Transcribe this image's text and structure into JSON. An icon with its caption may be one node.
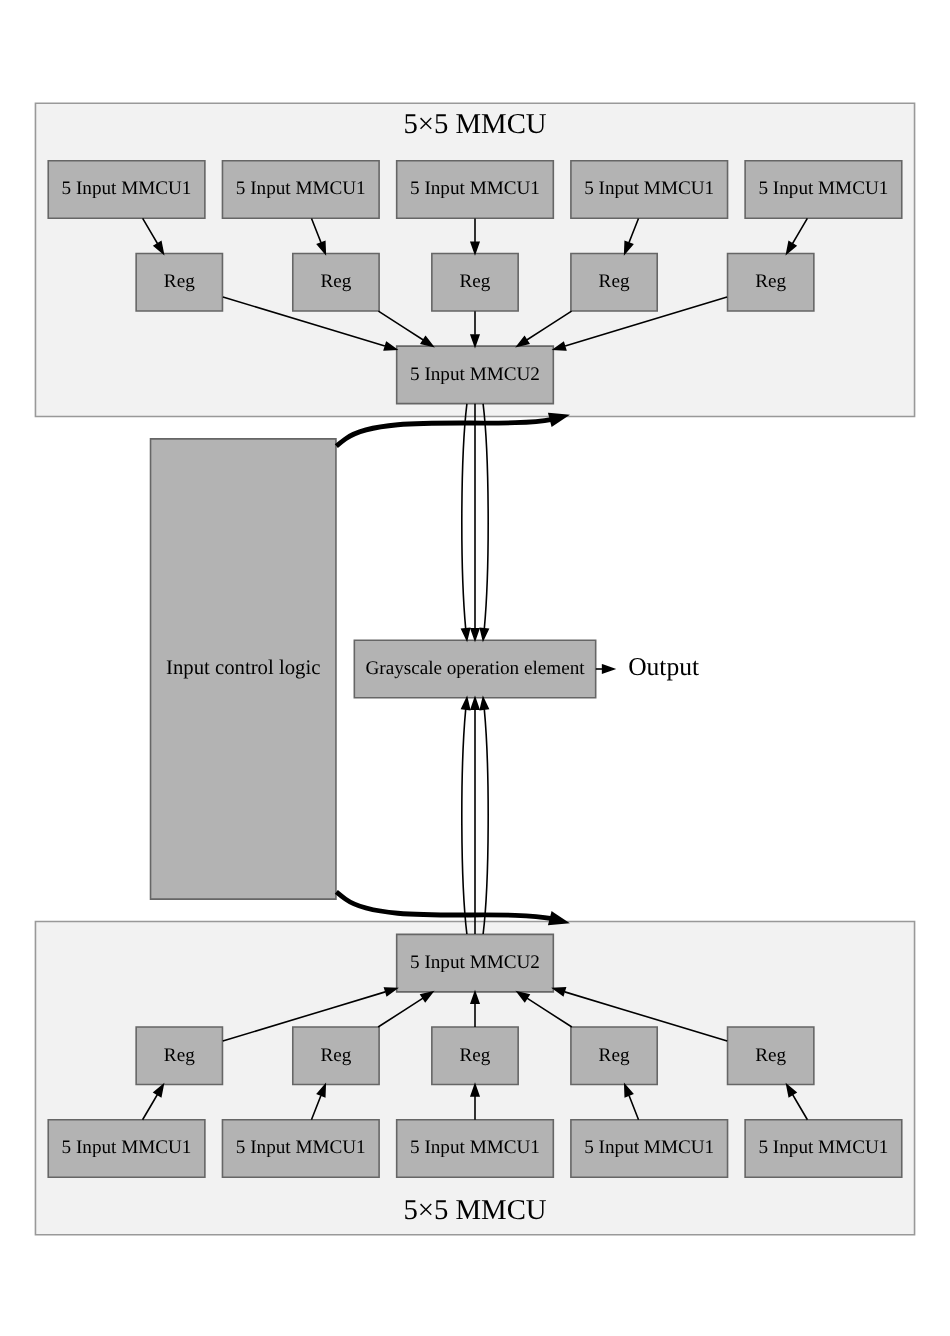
{
  "diagram": {
    "nodes": [
      {
        "text": [
          "Input control logic"
        ]
      },
      {
        "text": [
          "5×5 MMCU"
        ]
      },
      {
        "text": [
          "5 Input MMCU1"
        ],
        "in": 1
      },
      {
        "text": [
          "5 Input MMCU1"
        ],
        "in": 1
      },
      {
        "text": [
          "5 Input MMCU1"
        ],
        "in": 1
      },
      {
        "text": [
          "5 Input MMCU1"
        ],
        "in": 1
      },
      {
        "text": [
          "5 Input MMCU1"
        ],
        "in": 1
      },
      {
        "text": [
          "Reg"
        ],
        "in": 1
      },
      {
        "text": [
          "Reg"
        ],
        "in": 1
      },
      {
        "text": [
          "Reg"
        ],
        "in": 1
      },
      {
        "text": [
          "Reg"
        ],
        "in": 1
      },
      {
        "text": [
          "Reg"
        ],
        "in": 1
      },
      {
        "text": [
          "5 Input MMCU2"
        ],
        "in": 1
      },
      {
        "text": [
          "Grayscale operation element"
        ]
      },
      {
        "text": [
          "Output"
        ]
      },
      {
        "text": [
          "5×5 MMCU"
        ]
      },
      {
        "text": [
          "5 Input MMCU2"
        ],
        "in": 15
      },
      {
        "text": [
          "Reg"
        ],
        "in": 15
      },
      {
        "text": [
          "Reg"
        ],
        "in": 15
      },
      {
        "text": [
          "Reg"
        ],
        "in": 15
      },
      {
        "text": [
          "Reg"
        ],
        "in": 15
      },
      {
        "text": [
          "Reg"
        ],
        "in": 15
      },
      {
        "text": [
          "5 Input MMCU1"
        ],
        "in": 15
      },
      {
        "text": [
          "5 Input MMCU1"
        ],
        "in": 15
      },
      {
        "text": [
          "5 Input MMCU1"
        ],
        "in": 15
      },
      {
        "text": [
          "5 Input MMCU1"
        ],
        "in": 15
      },
      {
        "text": [
          "5 Input MMCU1"
        ],
        "in": 15
      }
    ],
    "edges": [
      {
        "from": 0,
        "to": 1,
        "arrow": "to",
        "style": "thick"
      },
      {
        "from": 2,
        "to": 7,
        "arrow": "to"
      },
      {
        "from": 3,
        "to": 8,
        "arrow": "to"
      },
      {
        "from": 4,
        "to": 9,
        "arrow": "to"
      },
      {
        "from": 5,
        "to": 10,
        "arrow": "to"
      },
      {
        "from": 6,
        "to": 11,
        "arrow": "to"
      },
      {
        "from": 7,
        "to": 12,
        "arrow": "to"
      },
      {
        "from": 8,
        "to": 12,
        "arrow": "to"
      },
      {
        "from": 9,
        "to": 12,
        "arrow": "to"
      },
      {
        "from": 10,
        "to": 12,
        "arrow": "to"
      },
      {
        "from": 11,
        "to": 12,
        "arrow": "to"
      },
      {
        "from": 12,
        "to": 13,
        "arrow": "to"
      },
      {
        "from": 12,
        "to": 13,
        "arrow": "to"
      },
      {
        "from": 12,
        "to": 13,
        "arrow": "to"
      },
      {
        "from": 13,
        "to": 14,
        "arrow": "to"
      },
      {
        "from": 16,
        "to": 13,
        "arrow": "to"
      },
      {
        "from": 16,
        "to": 13,
        "arrow": "to"
      },
      {
        "from": 16,
        "to": 13,
        "arrow": "to"
      },
      {
        "from": 17,
        "to": 16,
        "arrow": "to"
      },
      {
        "from": 18,
        "to": 16,
        "arrow": "to"
      },
      {
        "from": 19,
        "to": 16,
        "arrow": "to"
      },
      {
        "from": 20,
        "to": 16,
        "arrow": "to"
      },
      {
        "from": 21,
        "to": 16,
        "arrow": "to"
      },
      {
        "from": 22,
        "to": 17,
        "arrow": "to"
      },
      {
        "from": 23,
        "to": 18,
        "arrow": "to"
      },
      {
        "from": 24,
        "to": 19,
        "arrow": "to"
      },
      {
        "from": 25,
        "to": 20,
        "arrow": "to"
      },
      {
        "from": 26,
        "to": 21,
        "arrow": "to"
      },
      {
        "from": 0,
        "to": 15,
        "arrow": "to",
        "style": "thick"
      }
    ]
  }
}
